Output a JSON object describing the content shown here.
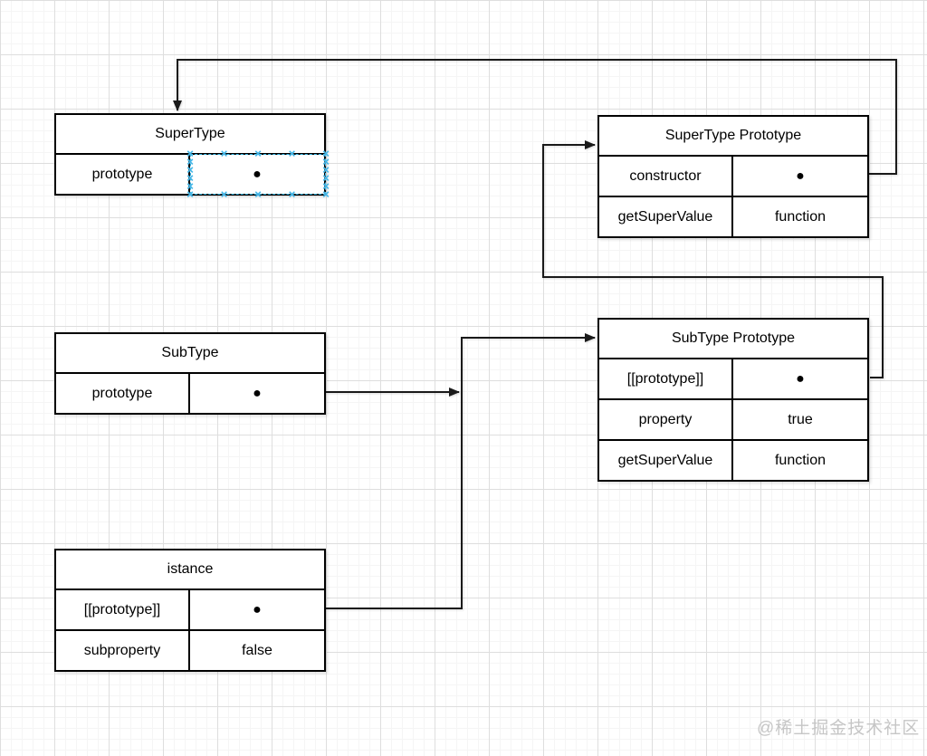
{
  "canvas": {
    "watermark": "@稀土掘金技术社区"
  },
  "colors": {
    "line": "#1a1a1a",
    "box_border": "#000000",
    "box_fill": "#ffffff",
    "selection": "#33b5e5",
    "watermark": "#c6c6c6"
  },
  "boxes": {
    "superType": {
      "title": "SuperType",
      "rows": [
        {
          "key": "prototype",
          "value": "●",
          "selected": true
        }
      ]
    },
    "superTypePrototype": {
      "title": "SuperType Prototype",
      "rows": [
        {
          "key": "constructor",
          "value": "●"
        },
        {
          "key": "getSuperValue",
          "value": "function"
        }
      ]
    },
    "subType": {
      "title": "SubType",
      "rows": [
        {
          "key": "prototype",
          "value": "●"
        }
      ]
    },
    "subTypePrototype": {
      "title": "SubType Prototype",
      "rows": [
        {
          "key": "[[prototype]]",
          "value": "●"
        },
        {
          "key": "property",
          "value": "true"
        },
        {
          "key": "getSuperValue",
          "value": "function"
        }
      ]
    },
    "istance": {
      "title": "istance",
      "rows": [
        {
          "key": "[[prototype]]",
          "value": "●"
        },
        {
          "key": "subproperty",
          "value": "false"
        }
      ]
    }
  },
  "connectors": [
    {
      "from": "SuperTypePrototype.constructor",
      "to": "SuperType"
    },
    {
      "from": "SubTypePrototype.[[prototype]]",
      "to": "SuperTypePrototype"
    },
    {
      "from": "SubType.prototype",
      "to": "SubTypePrototype"
    },
    {
      "from": "istance.[[prototype]]",
      "to": "SubTypePrototype"
    }
  ]
}
